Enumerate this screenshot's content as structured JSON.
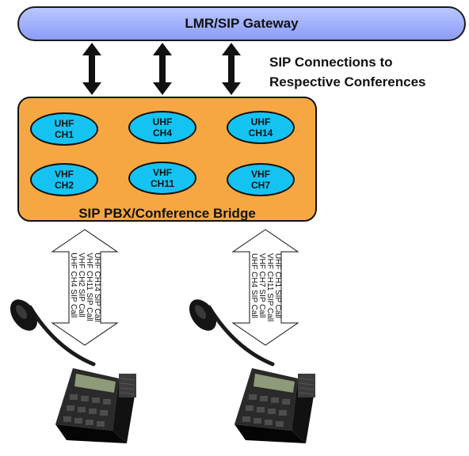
{
  "gateway": {
    "label": "LMR/SIP Gateway"
  },
  "sip_note": {
    "line1": "SIP Connections to",
    "line2": "Respective Conferences"
  },
  "pbx": {
    "label": "SIP PBX/Conference Bridge",
    "channels": [
      {
        "band": "UHF",
        "channel": "CH1"
      },
      {
        "band": "UHF",
        "channel": "CH4"
      },
      {
        "band": "UHF",
        "channel": "CH14"
      },
      {
        "band": "VHF",
        "channel": "CH2"
      },
      {
        "band": "VHF",
        "channel": "CH11"
      },
      {
        "band": "VHF",
        "channel": "CH7"
      }
    ]
  },
  "consoles": [
    {
      "calls": [
        "UHF CH14 SIP Call",
        "VHF CH11 SIP Call",
        "VHF CH2 SIP Call",
        "UHF CH4 SIP Call"
      ]
    },
    {
      "calls": [
        "UHF CH1 SIP Call",
        "VHF CH11 SIP Call",
        "VHF CH7 SIP Call",
        "UHF CH4 SIP Call"
      ]
    }
  ],
  "colors": {
    "gateway_fill": "#8b9cf8",
    "pbx_fill": "#f7a742",
    "channel_fill": "#15c3f2",
    "outline": "#111111"
  },
  "icons": {
    "console": "desktop-microphone-console-icon",
    "arrow": "double-headed-arrow-icon"
  }
}
